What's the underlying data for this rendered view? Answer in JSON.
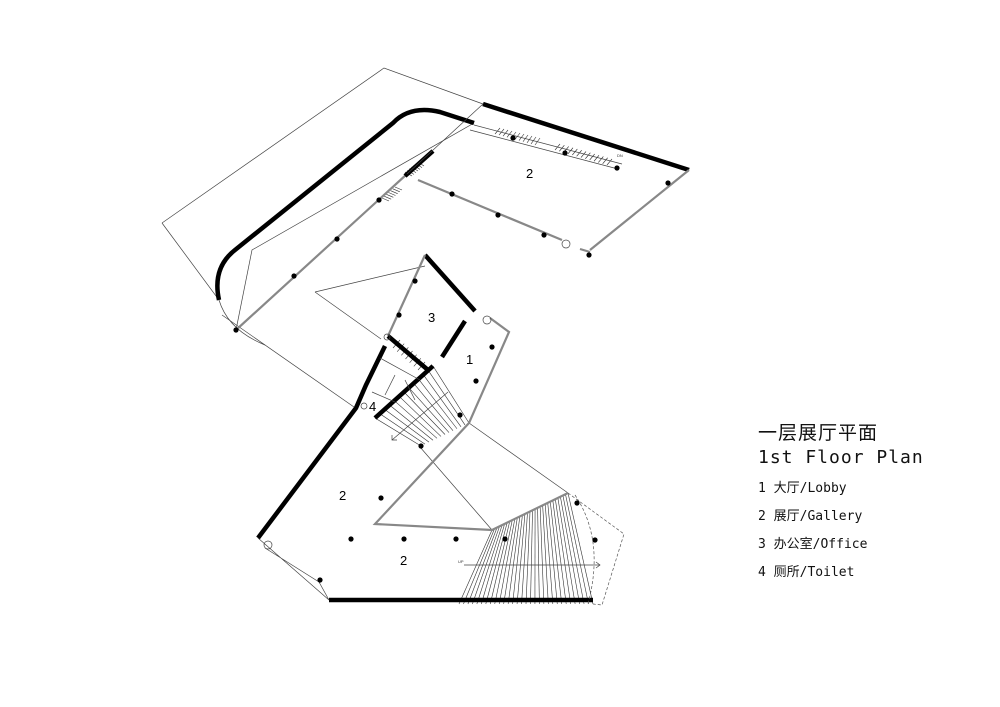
{
  "plan": {
    "title_cn": "一层展厅平面",
    "title_en": "1st Floor Plan",
    "legend": [
      {
        "num": "1",
        "label": "大厅/Lobby"
      },
      {
        "num": "2",
        "label": "展厅/Gallery"
      },
      {
        "num": "3",
        "label": "办公室/Office"
      },
      {
        "num": "4",
        "label": "厕所/Toilet"
      }
    ],
    "room_labels": {
      "upper_gallery": "2",
      "office": "3",
      "lobby": "1",
      "toilet": "4",
      "lower_gallery_a": "2",
      "lower_gallery_b": "2"
    },
    "stair_marks": {
      "up": "UP",
      "down": "DN"
    }
  }
}
